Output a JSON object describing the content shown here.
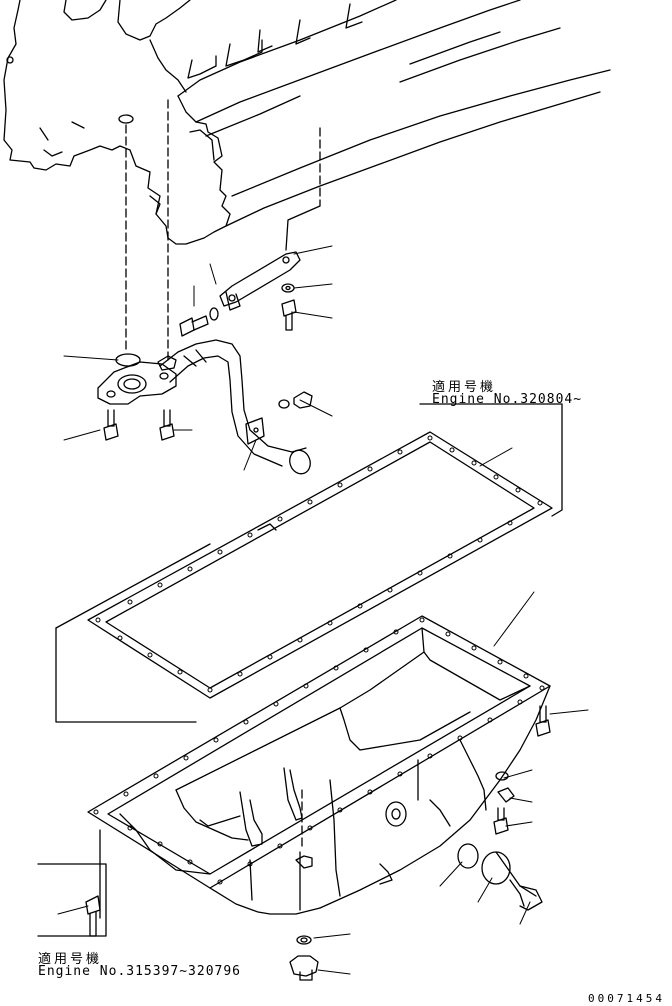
{
  "notes": {
    "upper": {
      "jp": "適用号機",
      "engine": "Engine No.320804~"
    },
    "lower": {
      "jp": "適用号機",
      "engine": "Engine No.315397~320796"
    }
  },
  "figure_number": "00071454",
  "colors": {
    "line": "#000000",
    "background": "#ffffff"
  }
}
